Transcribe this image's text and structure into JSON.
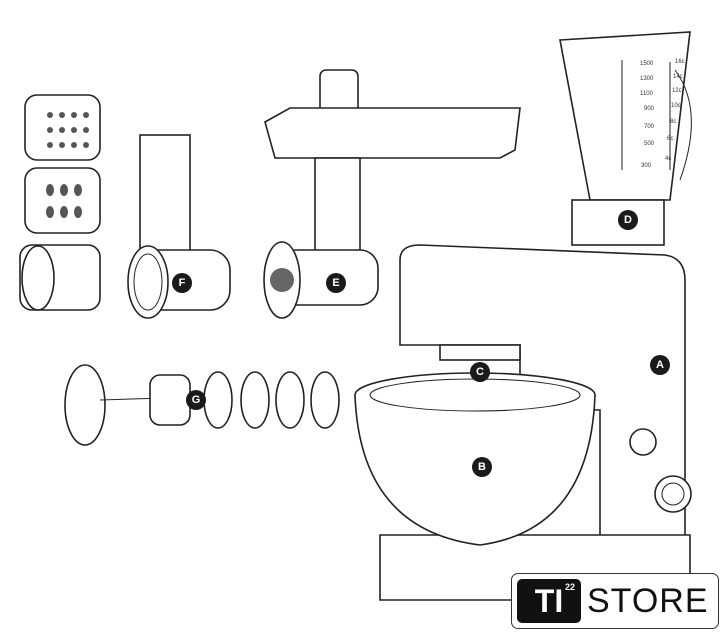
{
  "labels": {
    "A": "A",
    "B": "B",
    "C": "C",
    "D": "D",
    "E": "E",
    "F": "F",
    "G": "G"
  },
  "blender_scale": {
    "ml": [
      "1500",
      "1300",
      "1100",
      "900",
      "700",
      "500",
      "300"
    ],
    "cups": [
      "16c",
      "14c",
      "12c",
      "10c",
      "8c",
      "6c",
      "4c"
    ]
  },
  "logo": {
    "mark": "TI",
    "superscript": "22",
    "text": "STORE"
  }
}
